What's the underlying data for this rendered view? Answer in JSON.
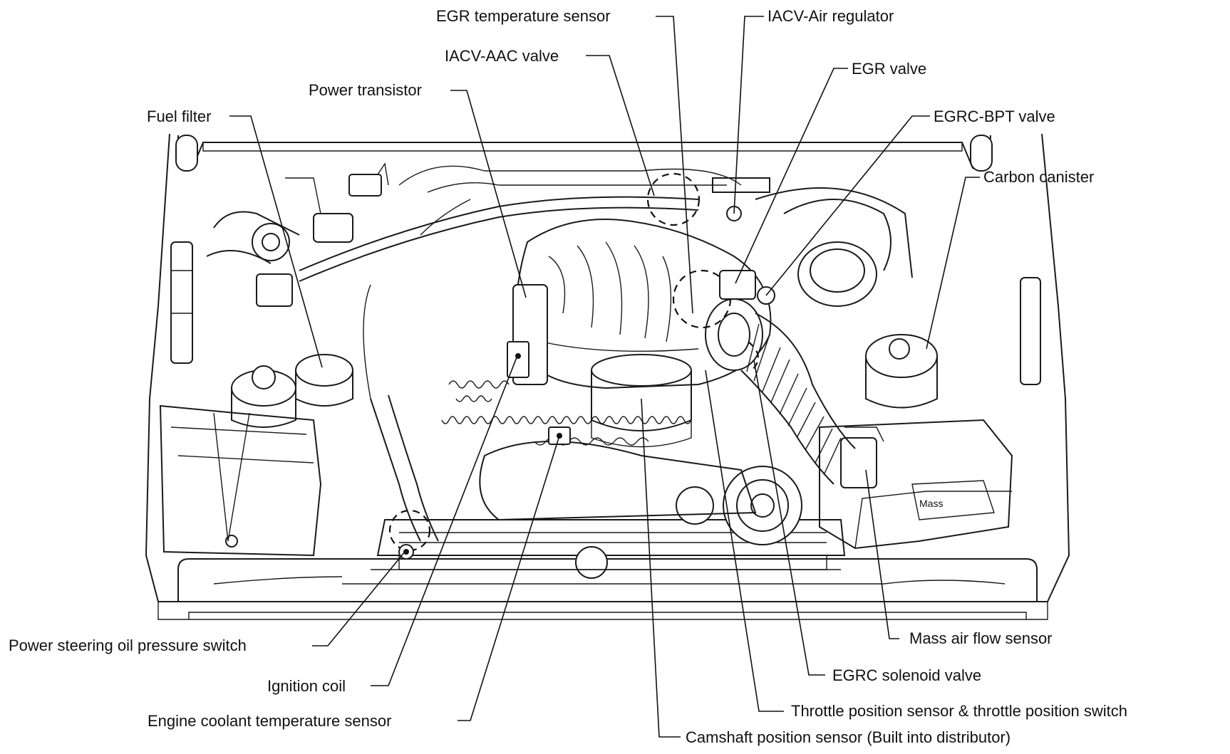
{
  "labels": {
    "egr_temperature_sensor": "EGR temperature sensor",
    "iacv_air_regulator": "IACV-Air regulator",
    "iacv_aac_valve": "IACV-AAC valve",
    "egr_valve": "EGR valve",
    "power_transistor": "Power transistor",
    "egrc_bpt_valve": "EGRC-BPT valve",
    "fuel_filter": "Fuel filter",
    "carbon_canister": "Carbon canister",
    "power_steering_switch": "Power steering oil pressure switch",
    "mass_air_flow_sensor": "Mass air flow sensor",
    "ignition_coil": "Ignition coil",
    "egrc_solenoid_valve": "EGRC solenoid valve",
    "engine_coolant_temperature_sensor": "Engine coolant temperature sensor",
    "throttle_position_sensor": "Throttle position sensor & throttle position switch",
    "camshaft_position_sensor": "Camshaft position sensor (Built into distributor)"
  }
}
